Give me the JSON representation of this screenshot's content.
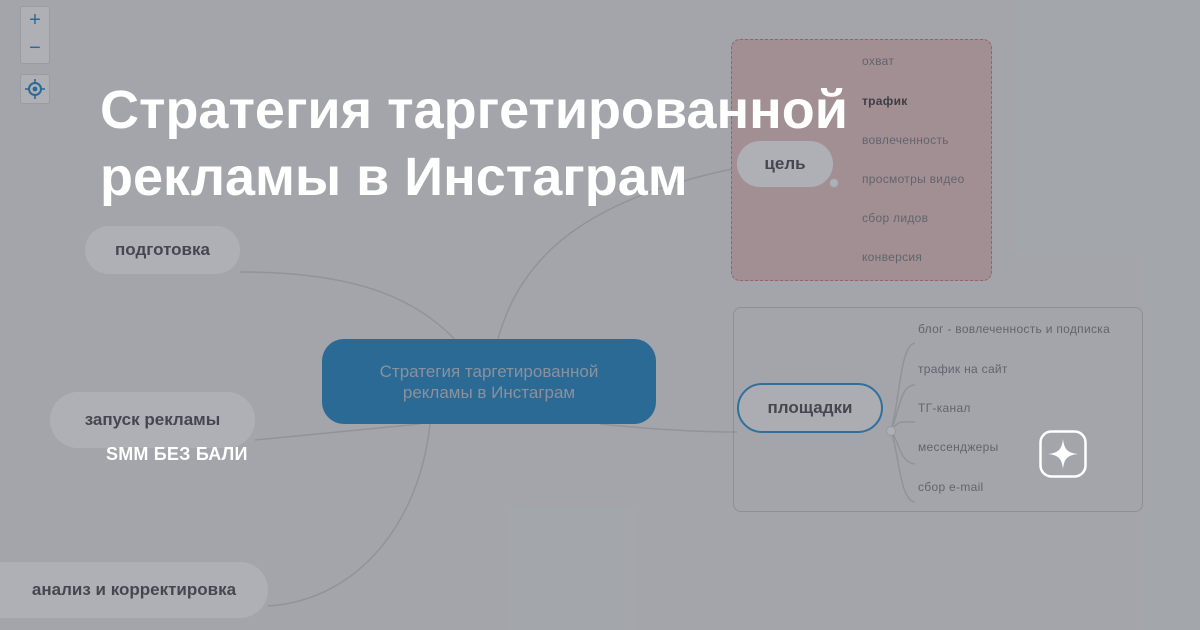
{
  "zoom_controls": {
    "zoom_in_icon": "plus-icon",
    "zoom_out_icon": "minus-icon",
    "locate_icon": "target-icon",
    "zoom_in_label": "+",
    "zoom_out_label": "−"
  },
  "mindmap": {
    "center": {
      "line1": "Стратегия таргетированной",
      "line2": "рекламы в Инстаграм"
    },
    "branches_left": [
      "подготовка",
      "запуск рекламы",
      "анализ и корректировка"
    ],
    "goal": {
      "label": "цель",
      "items": [
        "охват",
        "трафик",
        "вовлеченность",
        "просмотры видео",
        "сбор лидов",
        "конверсия"
      ],
      "bold_item": "трафик"
    },
    "platforms": {
      "label": "площадки",
      "items": [
        "блог - вовлеченность и подписка",
        "трафик на сайт",
        "ТГ-канал",
        "мессенджеры",
        "сбор e-mail"
      ]
    }
  },
  "overlay": {
    "headline_line1": "Стратегия таргетированной",
    "headline_line2": "рекламы в Инстаграм",
    "source": "SMM БЕЗ БАЛИ",
    "logo_icon": "sparkle-icon"
  },
  "colors": {
    "background": "#d7d8da",
    "center_node": "#0e76b5",
    "goal_group": "#d6b3b3",
    "goal_border": "#c06c6c",
    "platforms_border": "#1c7fc1",
    "overlay_text": "#ffffff"
  }
}
